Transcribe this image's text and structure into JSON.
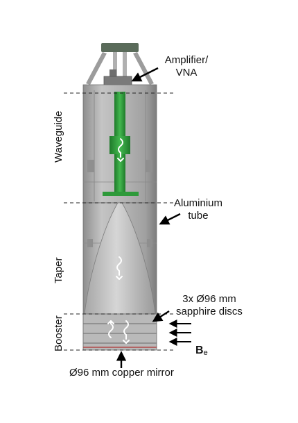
{
  "labels": {
    "amplifier_line1": "Amplifier/",
    "amplifier_line2": "VNA",
    "aluminium_line1": "Aluminium",
    "aluminium_line2": "tube",
    "sapphire_line1": "3x Ø96  mm",
    "sapphire_line2": "sapphire discs",
    "field_main": "B",
    "field_sub": "e",
    "mirror": "Ø96 mm copper mirror"
  },
  "sections": {
    "waveguide": "Waveguide",
    "taper": "Taper",
    "booster": "Booster"
  },
  "colors": {
    "housing": "#a8a8a8",
    "housing_dark": "#7c7c7c",
    "cap": "#5a6b5a",
    "waveguide_green": "#2e9a3a",
    "disc_line": "#b04848"
  }
}
